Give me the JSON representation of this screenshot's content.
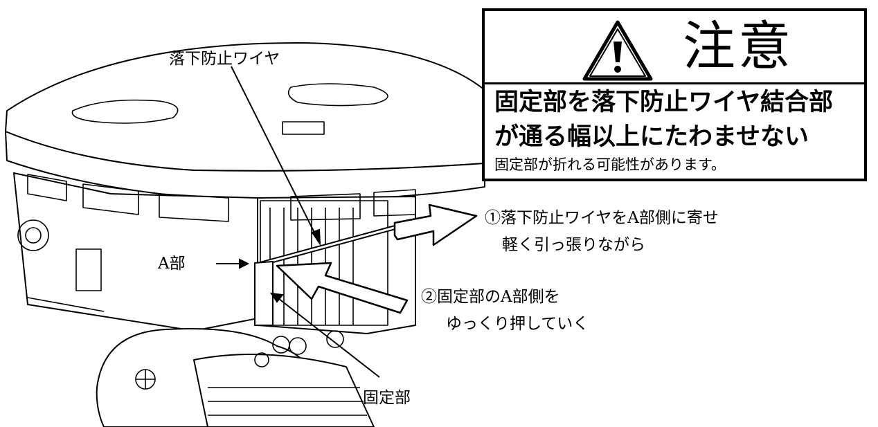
{
  "caution": {
    "title": "注意",
    "icon": "warning-triangle-icon",
    "heading_line1": "固定部を落下防止ワイヤ結合部",
    "heading_line2": "が通る幅以上にたわませない",
    "note": "固定部が折れる可能性があります。"
  },
  "labels": {
    "wire": "落下防止ワイヤ",
    "part_a": "A部",
    "fixing_part": "固定部",
    "step1_line1": "①落下防止ワイヤをA部側に寄せ",
    "step1_line2": "軽く引っ張りながら",
    "step2_line1": "②固定部のA部側を",
    "step2_line2": "ゆっくり押していく"
  }
}
